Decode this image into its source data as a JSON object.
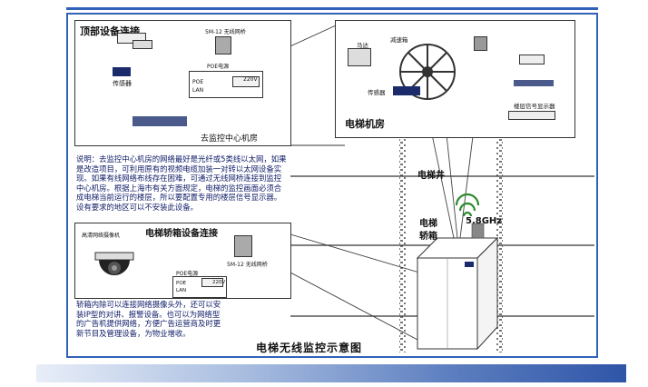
{
  "top_panel": {
    "title": "顶部设备连接",
    "sensor_label": "传感器",
    "bridge_label": "5M-12 无线网桥",
    "poe_title": "POE电源",
    "poe_port": "POE",
    "lan_port": "LAN",
    "voltage": "220V",
    "switch_label": "去监控中心机房"
  },
  "description": "说明：去监控中心机房的网络最好是光纤或5类线以太网，如果是改造项目，可利用原有的视频电缆加装一对转以太网设备实现。如果有线网络布线存在困难，可通过无线网桥连接到监控中心机房。根据上海市有关方面规定，电梯的监控画面必须合成电梯当前运行的楼层，所以要配置专用的楼层信号显示器。设有要求的地区可以不安装此设备。",
  "machine_room": {
    "motor_label": "马达",
    "reducer_label": "减速箱",
    "sensor_label": "传感器",
    "floor_display_label": "楼层信号显示器",
    "room_title": "电梯机房"
  },
  "shaft": {
    "shaft_label": "电梯井",
    "frequency": "5.8GHz",
    "car_label_1": "电梯",
    "car_label_2": "轿箱"
  },
  "car_panel": {
    "title": "电梯轿箱设备连接",
    "camera_label": "高清网络摄像机",
    "bridge_label": "5M-12 无线网桥",
    "poe_title": "POE电源",
    "poe_port": "POE",
    "lan_port": "LAN",
    "voltage": "220V"
  },
  "car_description": "轿箱内除可以连接网络摄像头外，还可以安装IP型的对讲、报警设备。也可以为网络型的广告机提供网络，方便广告运营商及时更新节目及管理设备，为物业增收。",
  "caption": "电梯无线监控示意图"
}
